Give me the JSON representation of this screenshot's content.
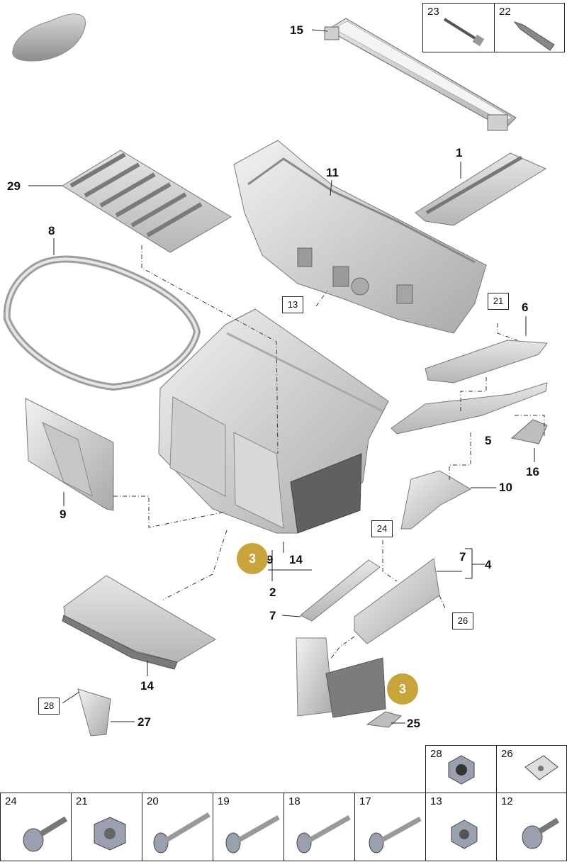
{
  "callouts": {
    "c1": "1",
    "c2": "2",
    "c4": "4",
    "c5": "5",
    "c6": "6",
    "c7a": "7",
    "c7b": "7",
    "c8": "8",
    "c9a": "9",
    "c9b": "9",
    "c10": "10",
    "c11": "11",
    "c14a": "14",
    "c14b": "14",
    "c15": "15",
    "c16": "16",
    "c25": "25",
    "c27": "27",
    "c29": "29"
  },
  "boxed": {
    "b13": "13",
    "b21": "21",
    "b24": "24",
    "b26": "26",
    "b28": "28"
  },
  "circled": {
    "x1": "3",
    "x2": "3"
  },
  "parts_table": {
    "top": [
      "23",
      "22"
    ],
    "right": [
      "28",
      "26"
    ],
    "bottom": [
      "24",
      "21",
      "20",
      "19",
      "18",
      "17",
      "13",
      "12"
    ]
  },
  "colors": {
    "accent": "#c9a43a",
    "part_fill": "#d9d9d9",
    "part_dark": "#8a8a8a",
    "line": "#222222"
  }
}
